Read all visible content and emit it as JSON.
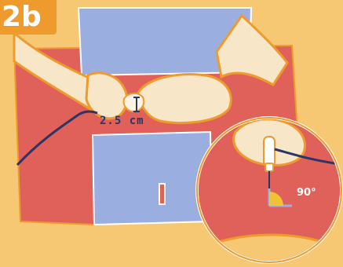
{
  "step_badge": "2b",
  "measurement_label": "2.5 cm",
  "angle_label": "90°",
  "colors": {
    "background": "#f7c873",
    "skin_red": "#e0605a",
    "shirt_blue": "#9aaee0",
    "outline_orange": "#ef9a2d",
    "hand_skin": "#f8e6c8",
    "needle_blue": "#2b3566"
  }
}
